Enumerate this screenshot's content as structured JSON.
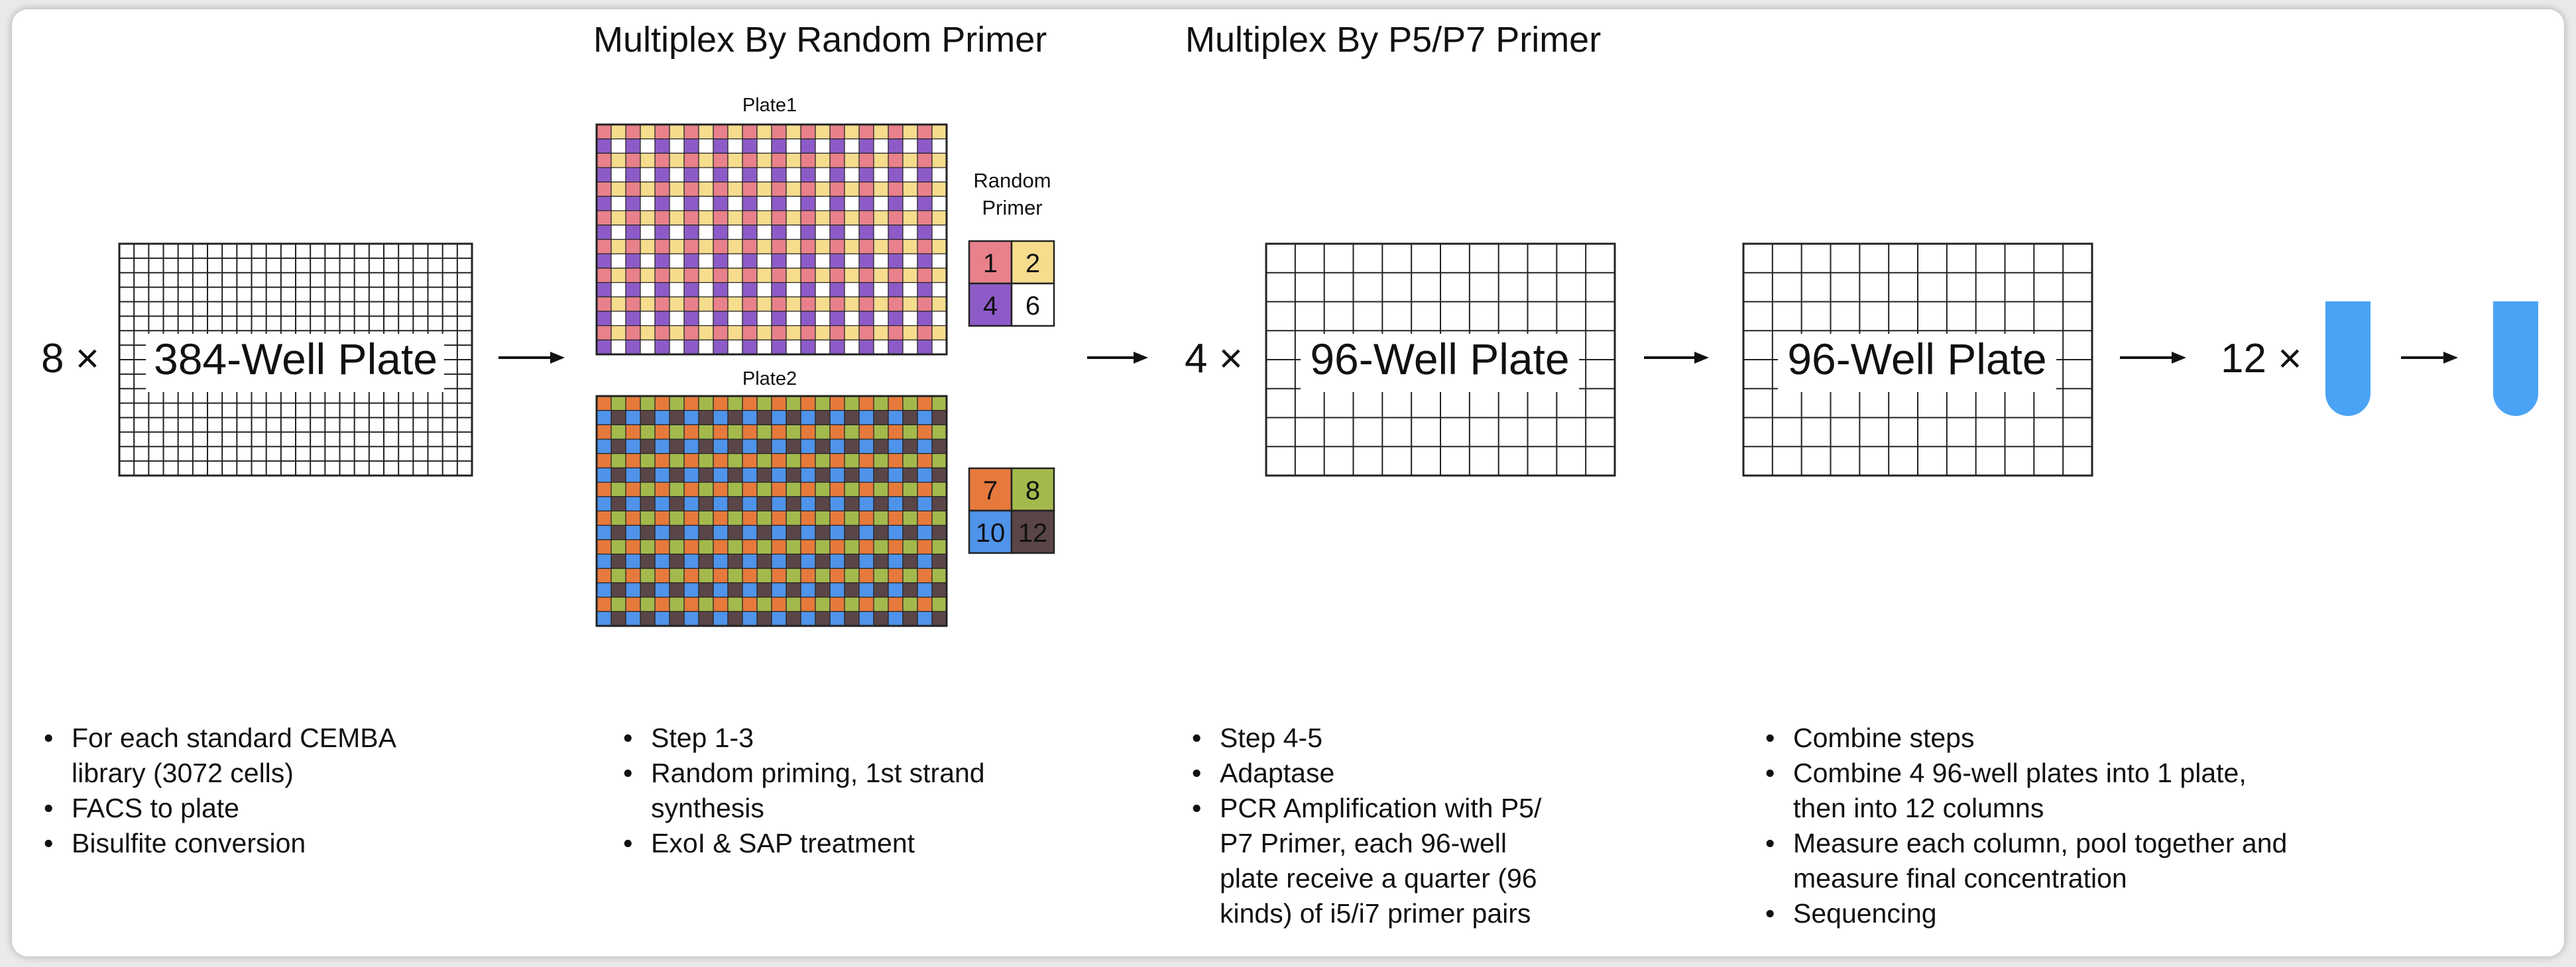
{
  "stages": {
    "random_primer_title": "Multiplex By Random Primer",
    "p5p7_title": "Multiplex By P5/P7 Primer"
  },
  "plate384": {
    "multiplier": "8 ×",
    "label": "384-Well Plate",
    "rows": 16,
    "cols": 24
  },
  "primer_plates": [
    {
      "label": "Plate1",
      "colors": [
        "#e8818b",
        "#f6dc8d",
        "#8d5bc8",
        "#ffffff"
      ]
    },
    {
      "label": "Plate2",
      "colors": [
        "#e67a3c",
        "#a4b94c",
        "#4f93ea",
        "#5a4548"
      ]
    }
  ],
  "random_primer_legend": {
    "title_line1": "Random",
    "title_line2": "Primer",
    "group1": [
      {
        "text": "1",
        "color": "#e8818b"
      },
      {
        "text": "2",
        "color": "#f6dc8d"
      },
      {
        "text": "4",
        "color": "#8d5bc8"
      },
      {
        "text": "6",
        "color": "#ffffff"
      }
    ],
    "group2": [
      {
        "text": "7",
        "color": "#e67a3c"
      },
      {
        "text": "8",
        "color": "#a4b94c"
      },
      {
        "text": "10",
        "color": "#4f93ea"
      },
      {
        "text": "12",
        "color": "#5a4548"
      }
    ]
  },
  "plate96_a": {
    "multiplier": "4 ×",
    "label": "96-Well Plate",
    "rows": 8,
    "cols": 12
  },
  "plate96_b": {
    "label": "96-Well Plate",
    "rows": 8,
    "cols": 12
  },
  "tubes": {
    "multiplier": "12 ×",
    "color": "#4aa3f5"
  },
  "notes": {
    "col1": [
      "For each standard CEMBA",
      "library (3072 cells)",
      "FACS to plate",
      "Bisulfite conversion"
    ],
    "col2": [
      "Step 1-3",
      "Random priming, 1st strand",
      "synthesis",
      "ExoI & SAP treatment"
    ],
    "col3": [
      "Step 4-5",
      "Adaptase",
      "PCR Amplification with P5/",
      "P7 Primer, each 96-well",
      "plate receive a quarter (96",
      "kinds) of i5/i7 primer pairs"
    ],
    "col4": [
      "Combine steps",
      "Combine 4 96-well plates into 1 plate,",
      "then into 12 columns",
      "Measure each column, pool together and",
      "measure final concentration",
      "Sequencing"
    ]
  }
}
